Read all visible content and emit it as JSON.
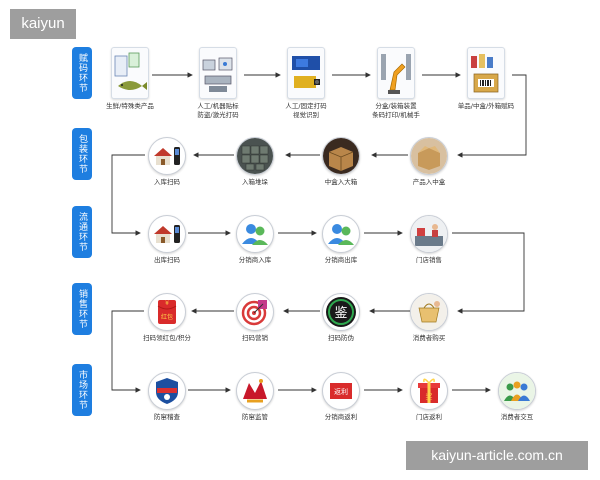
{
  "watermarks": {
    "top_left": "kaiyun",
    "bottom_right": "kaiyun-article.com.cn"
  },
  "stages": [
    {
      "label": "赋码环节"
    },
    {
      "label": "包装环节"
    },
    {
      "label": "流通环节"
    },
    {
      "label": "销售环节"
    },
    {
      "label": "市场环节"
    }
  ],
  "rows": [
    {
      "nodes": [
        {
          "label": "生鲜/特殊类产品",
          "icon": "fish-product-icon"
        },
        {
          "label": "人工/机器贴标\n防盗/激光打码",
          "icon": "labeling-machine-icon"
        },
        {
          "label": "人工/固定打码\n视觉识别",
          "icon": "vision-camera-icon"
        },
        {
          "label": "分盒/装箱装置\n条码打印/机械手",
          "icon": "robot-arm-icon"
        },
        {
          "label": "单品/中盒/外箱赋码",
          "icon": "coded-box-icon"
        }
      ]
    },
    {
      "nodes": [
        {
          "label": "入库扫码",
          "icon": "warehouse-scanner-icon"
        },
        {
          "label": "入箱堆垛",
          "icon": "stacked-boxes-icon"
        },
        {
          "label": "中盒入大箱",
          "icon": "box-packing-icon"
        },
        {
          "label": "产品入中盒",
          "icon": "product-box-icon"
        }
      ]
    },
    {
      "nodes": [
        {
          "label": "出库扫码",
          "icon": "warehouse-scanner-icon"
        },
        {
          "label": "分销商入库",
          "icon": "distributor-icon"
        },
        {
          "label": "分销商出库",
          "icon": "distributor-icon"
        },
        {
          "label": "门店销售",
          "icon": "store-counter-icon"
        }
      ]
    },
    {
      "nodes": [
        {
          "label": "扫码领红包/积分",
          "icon": "red-envelope-icon"
        },
        {
          "label": "扫码营销",
          "icon": "marketing-target-icon"
        },
        {
          "label": "扫码防伪",
          "icon": "anti-counterfeit-icon"
        },
        {
          "label": "消费者购买",
          "icon": "shopping-icon"
        }
      ]
    },
    {
      "nodes": [
        {
          "label": "防窜稽查",
          "icon": "inspection-badge-icon"
        },
        {
          "label": "防窜监管",
          "icon": "supervision-icon"
        },
        {
          "label": "分销商返利",
          "icon": "rebate-icon"
        },
        {
          "label": "门店返利",
          "icon": "gift-icon"
        },
        {
          "label": "消费者交互",
          "icon": "community-icon"
        }
      ]
    }
  ],
  "icon_texts": {
    "red_envelope": "红包",
    "jian": "鉴",
    "rebate": "返利",
    "jiang": "奖"
  },
  "colors": {
    "stage_blue": "#1e7ee0",
    "arrow": "#333333",
    "watermark_bg": "#9e9e9e"
  }
}
